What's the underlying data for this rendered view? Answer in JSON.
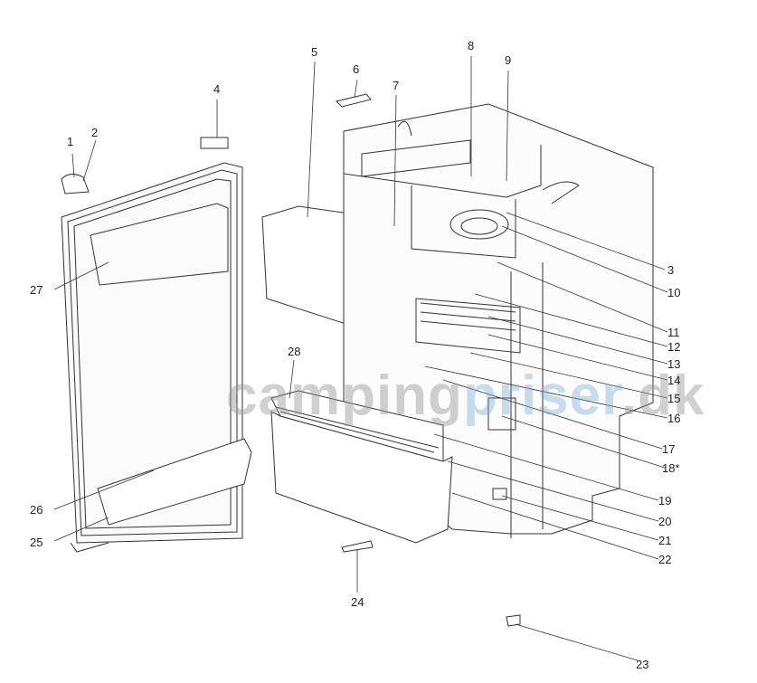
{
  "watermark": {
    "part1": "camping",
    "part2": "priser",
    "part3": ".dk"
  },
  "labels": [
    "1",
    "2",
    "3",
    "4",
    "5",
    "6",
    "7",
    "8",
    "9",
    "10",
    "11",
    "12",
    "13",
    "14",
    "15",
    "16",
    "17",
    "18*",
    "19",
    "20",
    "21",
    "22",
    "23",
    "24",
    "25",
    "26",
    "27",
    "28"
  ]
}
